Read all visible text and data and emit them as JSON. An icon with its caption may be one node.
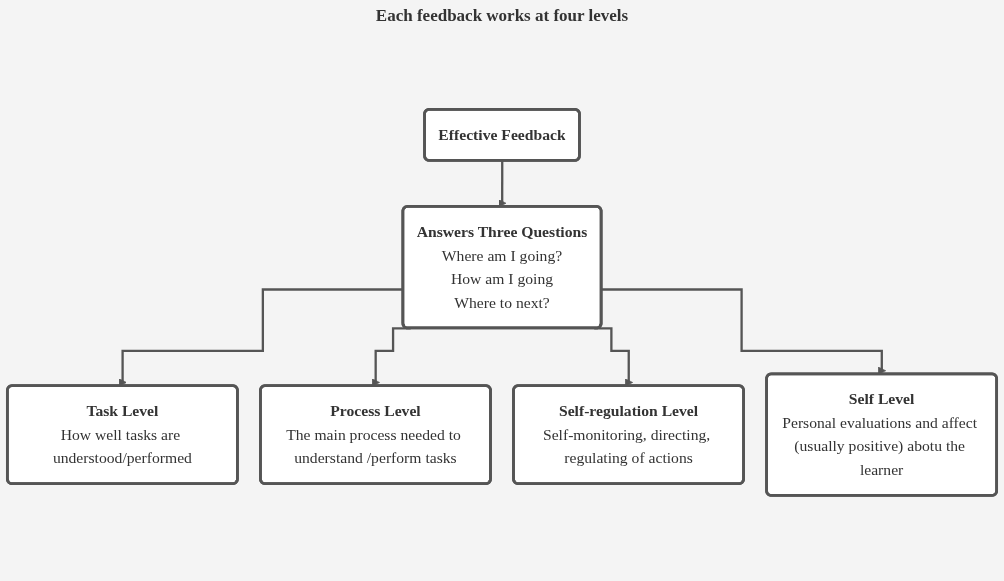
{
  "diagram": {
    "nodes": [
      {
        "text": [
          "Effective Feedback"
        ]
      },
      {
        "text": [
          "Answers Three Questions",
          "Where am I going?",
          "How am I going",
          "Where to next?"
        ]
      },
      {
        "text": [
          "Task Level",
          "How well tasks are understood/performed"
        ]
      },
      {
        "text": [
          "Process Level",
          "The main process needed to understand /perform tasks"
        ]
      },
      {
        "text": [
          "Self-regulation Level",
          "Self-monitoring, directing, regulating of actions"
        ]
      },
      {
        "text": [
          "Self Level",
          "Personal evaluations and affect (usually positive) abotu the learner"
        ]
      }
    ],
    "edges": [
      {
        "from": 0,
        "to": 1,
        "arrow": "to"
      },
      {
        "from": 1,
        "to": 2,
        "arrow": "to"
      },
      {
        "from": 1,
        "to": 3,
        "arrow": "to"
      },
      {
        "from": 1,
        "to": 4,
        "arrow": "to"
      },
      {
        "from": 1,
        "to": 5,
        "arrow": "to"
      }
    ],
    "labels": [
      "Each feedback works at four levels"
    ]
  }
}
